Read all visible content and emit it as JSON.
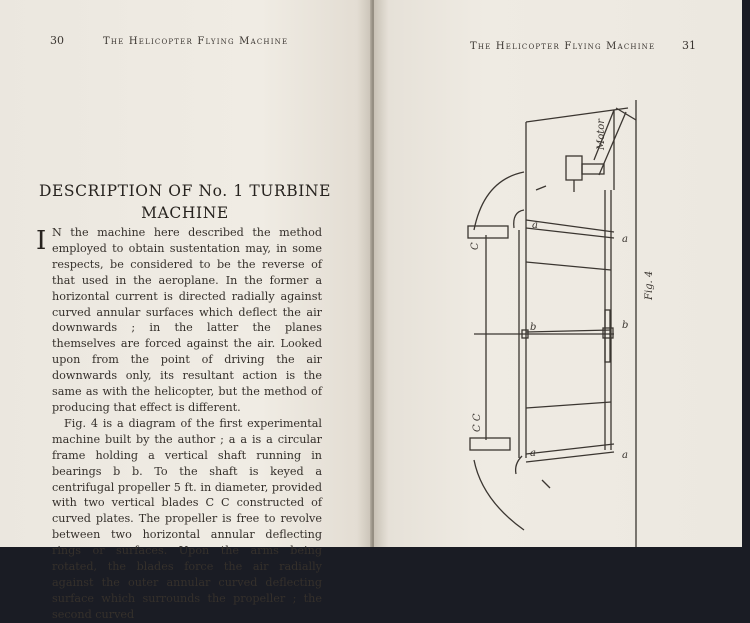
{
  "left_page": {
    "folio": "30",
    "running_head": "The Helicopter Flying Machine",
    "title_line1": "DESCRIPTION OF No. 1 TURBINE",
    "title_line2": "MACHINE",
    "drop_cap": "I",
    "paragraphs": [
      "N the machine here described the method employed to obtain sustentation may, in some respects, be considered to be the reverse of that used in the aeroplane. In the former a horizontal current is directed radially against curved annular surfaces which deflect the air downwards ; in the latter the planes themselves are forced against the air. Looked upon from the point of driving the air downwards only, its resultant action is the same as with the helicopter, but the method of producing that effect is different.",
      "Fig. 4 is a diagram of the first experimental machine built by the author ; a a is a circular frame holding a vertical shaft running in bearings b b. To the shaft is keyed a centrifugal propeller 5 ft. in diameter, provided with two vertical blades C C constructed of curved plates. The propeller is free to revolve between two horizontal annular deflecting rings or surfaces. Upon the arms being rotated, the blades force the air radially against the outer annular curved deflecting surface which surrounds the propeller ; the second curved"
    ]
  },
  "right_page": {
    "folio": "31",
    "running_head": "The Helicopter Flying Machine",
    "figure": {
      "caption": "Fig. 4",
      "labels": {
        "motor": "Motor",
        "a": "a",
        "b": "b",
        "c": "C",
        "cc": "C C"
      }
    }
  }
}
